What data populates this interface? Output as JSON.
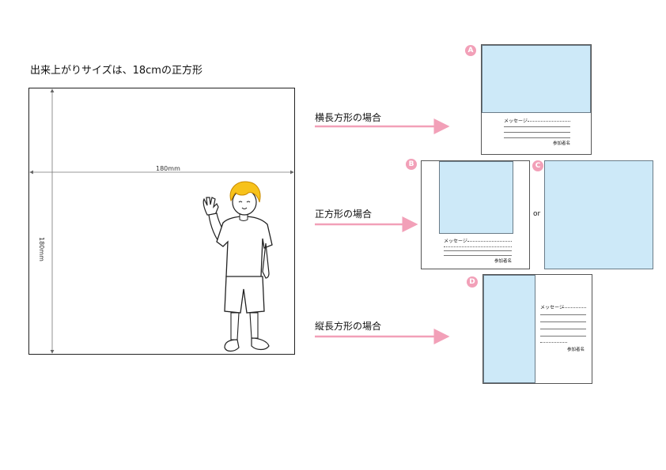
{
  "title": "出来上がりサイズは、18cmの正方形",
  "dimensions": {
    "width_label": "180mm",
    "height_label": "180mm"
  },
  "cases": [
    {
      "label": "横長方形の場合",
      "options": [
        "A"
      ]
    },
    {
      "label": "正方形の場合",
      "options": [
        "B",
        "C"
      ]
    },
    {
      "label": "縦長方形の場合",
      "options": [
        "D"
      ]
    }
  ],
  "layouts": [
    {
      "badge": "A",
      "message_label": "メッセージ",
      "signature_label": "参加者名"
    },
    {
      "badge": "B",
      "message_label": "メッセージ",
      "signature_label": "参加者名"
    },
    {
      "badge": "C"
    },
    {
      "badge": "D",
      "message_label": "メッセージ",
      "signature_label": "参加者名"
    }
  ],
  "or_text": "or",
  "colors": {
    "photo_area": "#cde9f8",
    "arrow": "#f2a0b8",
    "badge": "#f2a0b8",
    "hair": "#f7c21b"
  }
}
